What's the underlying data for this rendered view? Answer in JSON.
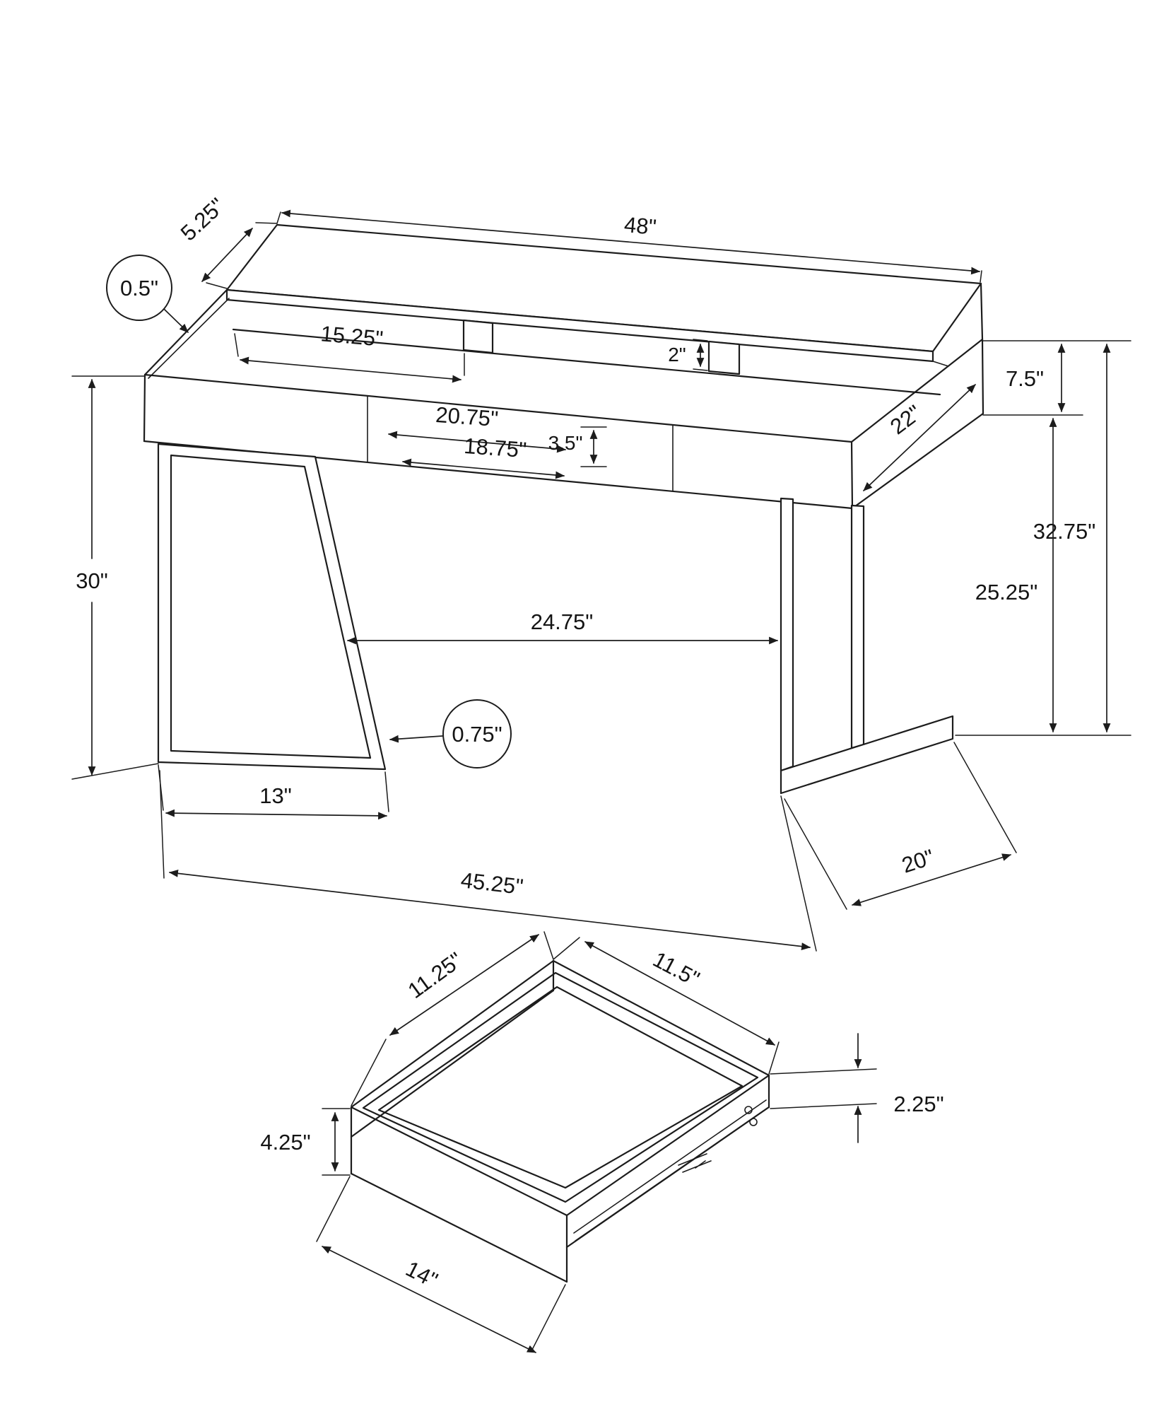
{
  "figure": {
    "type": "technical-dimension-drawing",
    "subject": "computer desk with hutch shelf, metal sled legs and storage drawer",
    "line_color": "#1c1c1c",
    "background": "#ffffff"
  },
  "desk_dims": {
    "top_width": "48\"",
    "shelf_depth": "5.25\"",
    "panel_thickness": "0.5\"",
    "left_cubby_width": "15.25\"",
    "cubby_opening_height": "2\"",
    "hutch_body_height": "7.5\"",
    "desk_depth": "22\"",
    "total_height": "32.75\"",
    "floor_clearance": "25.25\"",
    "desk_height": "30\"",
    "drawer_outer_width": "20.75\"",
    "drawer_inner_width": "18.75\"",
    "drawer_front_height": "3.5\"",
    "knee_space_width": "24.75\"",
    "tube_thickness": "0.75\"",
    "leg_foot_width": "13\"",
    "base_overall_width": "45.25\"",
    "leg_foot_depth": "20\""
  },
  "drawer_dims": {
    "inner_width": "11.25\"",
    "inner_depth": "11.5\"",
    "side_height": "2.25\"",
    "front_height": "4.25\"",
    "front_width": "14\""
  }
}
